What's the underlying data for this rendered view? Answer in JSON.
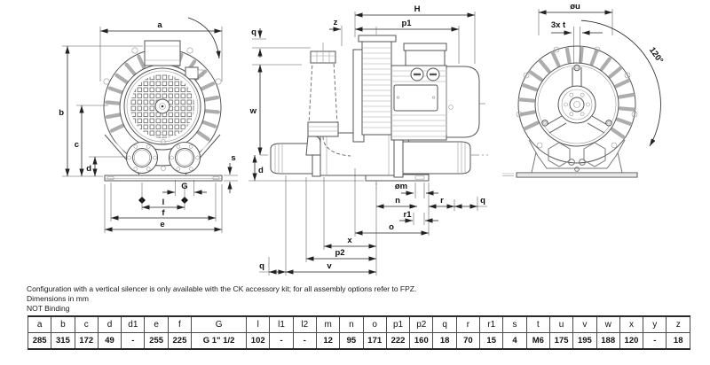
{
  "notes": {
    "line1": "Configuration with a vertical silencer is only available with the CK accessory kit; for all assembly options refer to FPZ.",
    "line2": "Dimensions in mm",
    "line3": "NOT Binding"
  },
  "views": {
    "front": {
      "dims": {
        "a": "a",
        "b": "b",
        "c": "c",
        "d": "d",
        "s": "s",
        "G": "G",
        "l": "l",
        "f": "f",
        "e": "e"
      }
    },
    "side": {
      "dims": {
        "H": "H",
        "p1": "p1",
        "z": "z",
        "q_top": "q",
        "w": "w",
        "d": "d",
        "om": "øm",
        "n": "n",
        "r": "r",
        "q_right": "q",
        "r1": "r1",
        "o": "o",
        "x": "x",
        "p2": "p2",
        "v": "v",
        "q_bottom": "q"
      }
    },
    "rear": {
      "dims": {
        "ou": "øu",
        "bolts": "3x t",
        "angle": "120°"
      }
    }
  },
  "table": {
    "headers": [
      "a",
      "b",
      "c",
      "d",
      "d1",
      "e",
      "f",
      "G",
      "l",
      "l1",
      "l2",
      "m",
      "n",
      "o",
      "p1",
      "p2",
      "q",
      "r",
      "r1",
      "s",
      "t",
      "u",
      "v",
      "w",
      "x",
      "y",
      "z"
    ],
    "values": [
      "285",
      "315",
      "172",
      "49",
      "-",
      "255",
      "225",
      "G 1\" 1/2",
      "102",
      "-",
      "-",
      "12",
      "95",
      "171",
      "222",
      "160",
      "18",
      "70",
      "15",
      "4",
      "M6",
      "175",
      "195",
      "188",
      "120",
      "-",
      "18"
    ]
  }
}
